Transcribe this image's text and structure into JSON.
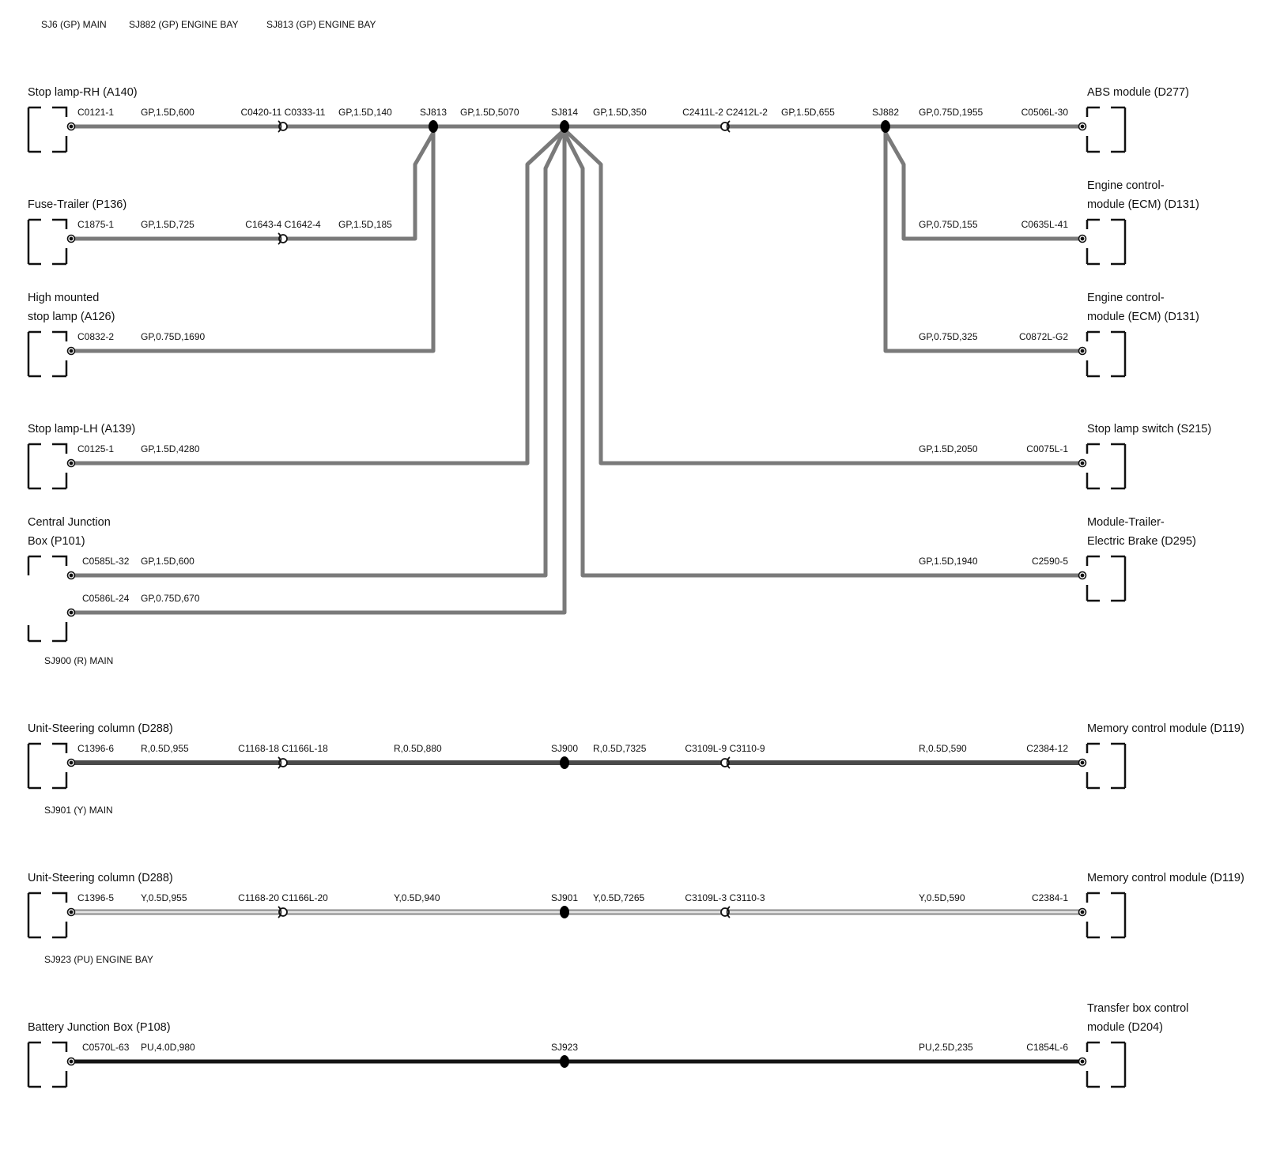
{
  "header_splices": [
    "SJ6 (GP) MAIN",
    "SJ882 (GP) ENGINE BAY",
    "SJ813 (GP) ENGINE BAY"
  ],
  "section_labels": {
    "r": "SJ900 (R) MAIN",
    "y": "SJ901 (Y) MAIN",
    "pu": "SJ923 (PU) ENGINE BAY"
  },
  "components": {
    "stop_rh": [
      "Stop lamp-RH (A140)"
    ],
    "fuse_trailer": [
      "Fuse-Trailer (P136)"
    ],
    "high_mounted": [
      "High mounted",
      "stop lamp (A126)"
    ],
    "stop_lh": [
      "Stop lamp-LH (A139)"
    ],
    "cjb": [
      "Central Junction",
      "Box (P101)"
    ],
    "abs": [
      "ABS module (D277)"
    ],
    "ecm1": [
      "Engine control-",
      "module (ECM) (D131)"
    ],
    "ecm2": [
      "Engine control-",
      "module (ECM) (D131)"
    ],
    "stop_switch": [
      "Stop lamp switch (S215)"
    ],
    "trailer_brake": [
      "Module-Trailer-",
      "Electric Brake (D295)"
    ],
    "steer_r": [
      "Unit-Steering column (D288)"
    ],
    "mem_r": [
      "Memory control module (D119)"
    ],
    "steer_y": [
      "Unit-Steering column (D288)"
    ],
    "mem_y": [
      "Memory control module (D119)"
    ],
    "bjb": [
      "Battery Junction Box (P108)"
    ],
    "transfer": [
      "Transfer box control",
      "module (D204)"
    ]
  },
  "pins": {
    "c0121": "C0121-1",
    "c1875": "C1875-1",
    "c0832": "C0832-2",
    "c0125": "C0125-1",
    "c0585": "C0585L-32",
    "c0586": "C0586L-24",
    "c0506": "C0506L-30",
    "c0635": "C0635L-41",
    "c0872": "C0872L-G2",
    "c0075": "C0075L-1",
    "c2590": "C2590-5",
    "c1396_6": "C1396-6",
    "c2384_12": "C2384-12",
    "c1396_5": "C1396-5",
    "c2384_1": "C2384-1",
    "c0570": "C0570L-63",
    "c1854": "C1854L-6"
  },
  "inline_connectors": {
    "c0420": "C0420-11 C0333-11",
    "c1643": "C1643-4 C1642-4",
    "c2411": "C2411L-2 C2412L-2",
    "c1168_18": "C1168-18 C1166L-18",
    "c3109_9": "C3109L-9 C3110-9",
    "c1168_20": "C1168-20 C1166L-20",
    "c3109_3": "C3109L-3 C3110-3"
  },
  "splices": {
    "sj813": "SJ813",
    "sj814": "SJ814",
    "sj882": "SJ882",
    "sj900": "SJ900",
    "sj901": "SJ901",
    "sj923": "SJ923"
  },
  "wires": {
    "w1": "GP,1.5D,600",
    "w2": "GP,1.5D,140",
    "w3": "GP,1.5D,5070",
    "w4": "GP,1.5D,350",
    "w5": "GP,1.5D,655",
    "w6": "GP,0.75D,1955",
    "w7": "GP,1.5D,725",
    "w8": "GP,1.5D,185",
    "w9": "GP,0.75D,155",
    "w10": "GP,0.75D,1690",
    "w11": "GP,0.75D,325",
    "w12": "GP,1.5D,4280",
    "w13": "GP,1.5D,2050",
    "w14": "GP,1.5D,600",
    "w15": "GP,1.5D,1940",
    "w16": "GP,0.75D,670",
    "r1": "R,0.5D,955",
    "r2": "R,0.5D,880",
    "r3": "R,0.5D,7325",
    "r4": "R,0.5D,590",
    "y1": "Y,0.5D,955",
    "y2": "Y,0.5D,940",
    "y3": "Y,0.5D,7265",
    "y4": "Y,0.5D,590",
    "p1": "PU,4.0D,980",
    "p2": "PU,2.5D,235"
  },
  "colors": {
    "gp": "#7a7a7a",
    "r": "#4a4a4a",
    "y_outer": "#8a8a8a",
    "y_inner": "#e4e4e4",
    "pu": "#141414"
  }
}
